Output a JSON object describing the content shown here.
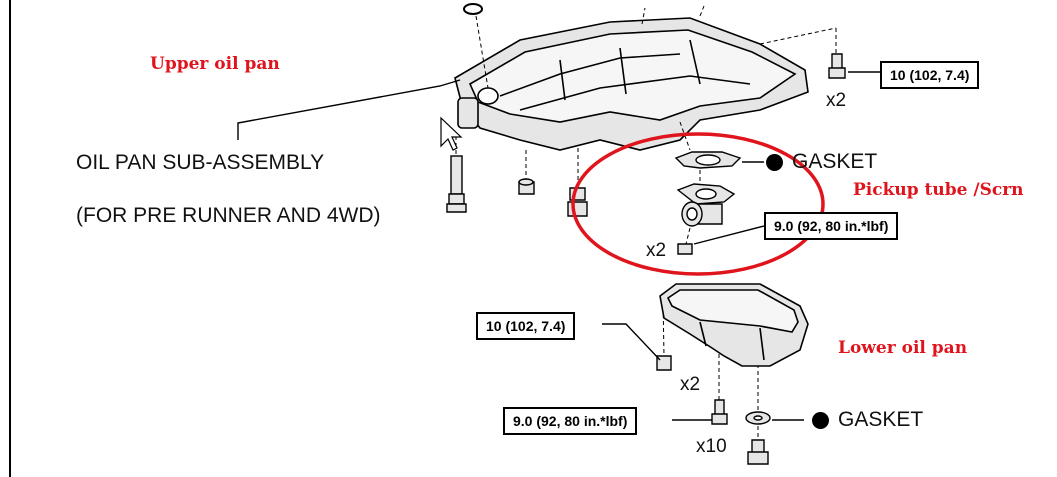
{
  "labels": {
    "upper_oil_pan": "Upper oil pan",
    "pickup_tube": "Pickup tube /Scrn",
    "lower_oil_pan": "Lower oil pan"
  },
  "assembly": {
    "line1": "OIL PAN SUB-ASSEMBLY",
    "line2": "(FOR PRE RUNNER AND 4WD)"
  },
  "torque": {
    "top_right": "10 (102, 7.4)",
    "pickup": "9.0 (92, 80 in.*lbf)",
    "lower_left": "10 (102, 7.4)",
    "bottom": "9.0 (92, 80 in.*lbf)"
  },
  "quantities": {
    "top_right": "x2",
    "pickup": "x2",
    "lower": "x2",
    "bottom": "x10"
  },
  "gaskets": {
    "pickup": "GASKET",
    "drain": "GASKET"
  },
  "colors": {
    "annotation_red": "#e0141c",
    "line": "#000000",
    "part_fill": "#e6e6e6"
  }
}
